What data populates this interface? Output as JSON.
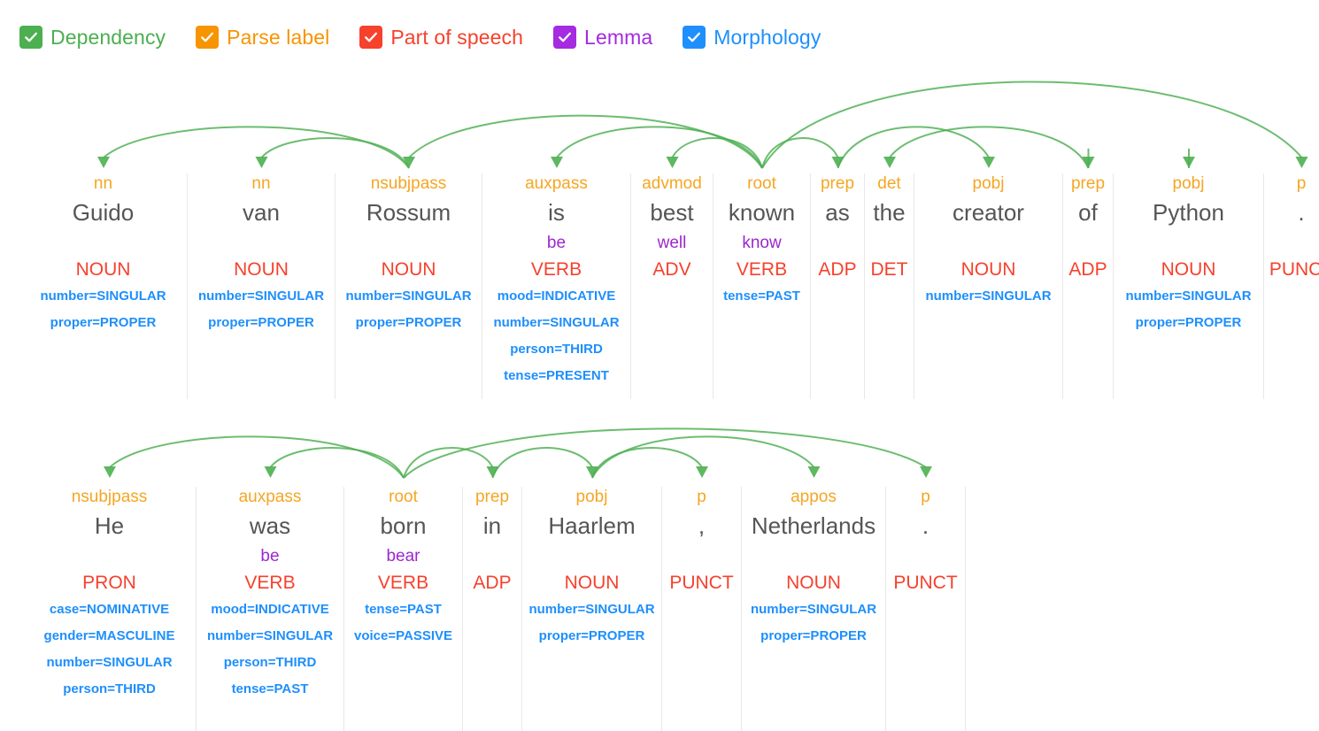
{
  "legend": {
    "items": [
      {
        "label": "Dependency",
        "color": "#4caf50",
        "icon": "checkbox-checked-icon",
        "checked": true
      },
      {
        "label": "Parse label",
        "color": "#f79400",
        "icon": "checkbox-checked-icon",
        "checked": true
      },
      {
        "label": "Part of speech",
        "color": "#f6412d",
        "icon": "checkbox-checked-icon",
        "checked": true
      },
      {
        "label": "Lemma",
        "color": "#a52ae0",
        "icon": "checkbox-checked-icon",
        "checked": true
      },
      {
        "label": "Morphology",
        "color": "#1e8ffc",
        "icon": "checkbox-checked-icon",
        "checked": true
      }
    ]
  },
  "colors": {
    "dependency_arc": "#4caf50",
    "parse_label": "#f5a623",
    "word": "#555555",
    "part_of_speech": "#f6412d",
    "lemma": "#9b27d0",
    "morphology": "#1e8ffc",
    "divider": "#e8e8e8"
  },
  "sentences": [
    {
      "text": "Guido van Rossum is best known as the creator of Python .",
      "tokens": [
        {
          "dep": "nn",
          "word": "Guido",
          "lemma": "",
          "pos": "NOUN",
          "morph": [
            "number=SINGULAR",
            "proper=PROPER"
          ],
          "width": 190,
          "head": 2
        },
        {
          "dep": "nn",
          "word": "van",
          "lemma": "",
          "pos": "NOUN",
          "morph": [
            "number=SINGULAR",
            "proper=PROPER"
          ],
          "width": 167,
          "head": 2
        },
        {
          "dep": "nsubjpass",
          "word": "Rossum",
          "lemma": "",
          "pos": "NOUN",
          "morph": [
            "number=SINGULAR",
            "proper=PROPER"
          ],
          "width": 166,
          "head": 5
        },
        {
          "dep": "auxpass",
          "word": "is",
          "lemma": "be",
          "pos": "VERB",
          "morph": [
            "mood=INDICATIVE",
            "number=SINGULAR",
            "person=THIRD",
            "tense=PRESENT"
          ],
          "width": 168,
          "head": 5
        },
        {
          "dep": "advmod",
          "word": "best",
          "lemma": "well",
          "pos": "ADV",
          "morph": [],
          "width": 93,
          "head": 5
        },
        {
          "dep": "root",
          "word": "known",
          "lemma": "know",
          "pos": "VERB",
          "morph": [
            "tense=PAST"
          ],
          "width": 110,
          "head": -1
        },
        {
          "dep": "prep",
          "word": "as",
          "lemma": "",
          "pos": "ADP",
          "morph": [],
          "width": 61,
          "head": 5
        },
        {
          "dep": "det",
          "word": "the",
          "lemma": "",
          "pos": "DET",
          "morph": [],
          "width": 56,
          "head": 9
        },
        {
          "dep": "pobj",
          "word": "creator",
          "lemma": "",
          "pos": "NOUN",
          "morph": [
            "number=SINGULAR"
          ],
          "width": 168,
          "head": 6
        },
        {
          "dep": "prep",
          "word": "of",
          "lemma": "",
          "pos": "ADP",
          "morph": [],
          "width": 57,
          "head": 9
        },
        {
          "dep": "pobj",
          "word": "Python",
          "lemma": "",
          "pos": "NOUN",
          "morph": [
            "number=SINGULAR",
            "proper=PROPER"
          ],
          "width": 170,
          "head": 10
        },
        {
          "dep": "p",
          "word": ".",
          "lemma": "",
          "pos": "PUNCT",
          "morph": [],
          "width": 85,
          "head": 5
        }
      ]
    },
    {
      "text": "He was born in Haarlem , Netherlands .",
      "tokens": [
        {
          "dep": "nsubjpass",
          "word": "He",
          "lemma": "",
          "pos": "PRON",
          "morph": [
            "case=NOMINATIVE",
            "gender=MASCULINE",
            "number=SINGULAR",
            "person=THIRD"
          ],
          "width": 196,
          "head": 2
        },
        {
          "dep": "auxpass",
          "word": "was",
          "lemma": "be",
          "pos": "VERB",
          "morph": [
            "mood=INDICATIVE",
            "number=SINGULAR",
            "person=THIRD",
            "tense=PAST"
          ],
          "width": 167,
          "head": 2
        },
        {
          "dep": "root",
          "word": "born",
          "lemma": "bear",
          "pos": "VERB",
          "morph": [
            "tense=PAST",
            "voice=PASSIVE"
          ],
          "width": 134,
          "head": -1
        },
        {
          "dep": "prep",
          "word": "in",
          "lemma": "",
          "pos": "ADP",
          "morph": [],
          "width": 67,
          "head": 2
        },
        {
          "dep": "pobj",
          "word": "Haarlem",
          "lemma": "",
          "pos": "NOUN",
          "morph": [
            "number=SINGULAR",
            "proper=PROPER"
          ],
          "width": 158,
          "head": 3
        },
        {
          "dep": "p",
          "word": ",",
          "lemma": "",
          "pos": "PUNCT",
          "morph": [],
          "width": 90,
          "head": 4
        },
        {
          "dep": "appos",
          "word": "Netherlands",
          "lemma": "",
          "pos": "NOUN",
          "morph": [
            "number=SINGULAR",
            "proper=PROPER"
          ],
          "width": 163,
          "head": 4
        },
        {
          "dep": "p",
          "word": ".",
          "lemma": "",
          "pos": "PUNCT",
          "morph": [],
          "width": 90,
          "head": 2
        }
      ]
    }
  ]
}
